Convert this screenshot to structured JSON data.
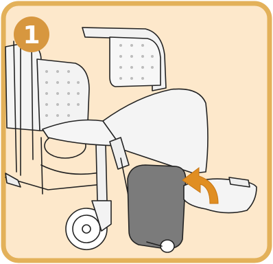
{
  "step": {
    "number": "1"
  },
  "colors": {
    "frame": "#e3b15a",
    "frame_fill": "#fde8cb",
    "badge": "#d7973f",
    "arrow": "#e08e22",
    "legrest_pad": "#7b7b7b",
    "line": "#222222",
    "panel": "#f2f2f2"
  },
  "icons": {
    "badge": "step-number-badge",
    "arrow": "curved-rotation-arrow"
  }
}
